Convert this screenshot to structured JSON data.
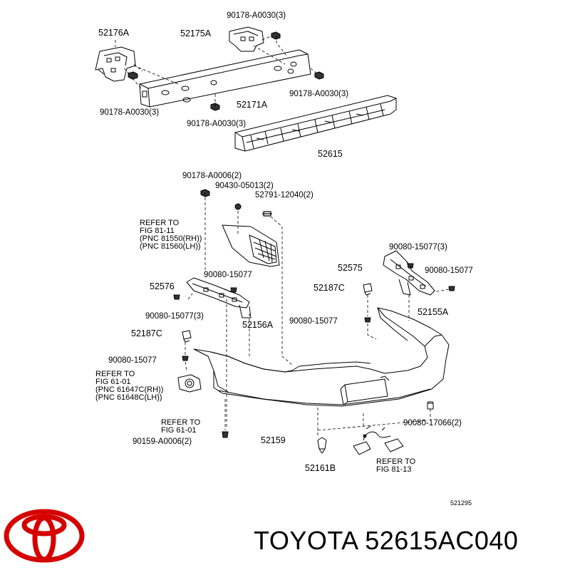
{
  "labels": {
    "p52176A": "52176A",
    "p52175A": "52175A",
    "p90178_top": "90178-A0030(3)",
    "p90178_right": "90178-A0030(3)",
    "p90178_left": "90178-A0030(3)",
    "p52171A": "52171A",
    "p90178_mid": "90178-A0030(3)",
    "p52615": "52615",
    "p90178_A0006": "90178-A0006(2)",
    "p90430": "90430-05013(2)",
    "p52791": "52791-12040(2)",
    "refer_lamp": [
      "REFER TO",
      "FIG 81-11",
      "(PNC 81550(RH))",
      "(PNC 81560(LH))"
    ],
    "p90080_right_top": "90080-15077(3)",
    "p52575": "52575",
    "p90080_right_mid": "90080-15077",
    "p52155A": "52155A",
    "p90080_left_top": "90080-15077",
    "p52576": "52576",
    "p52187C_right": "52187C",
    "p90080_left_3": "90080-15077(3)",
    "p52156A": "52156A",
    "p90080_center": "90080-15077",
    "p52187C_left": "52187C",
    "p90080_left_low": "90080-15077",
    "refer_fog": [
      "REFER TO",
      "FIG 61-01",
      "(PNC 61647C(RH))",
      "(PNC 61648C(LH))"
    ],
    "p90080_17066": "90080-17066(2)",
    "refer_6101": [
      "REFER TO",
      "FIG 61-01"
    ],
    "p90159": "90159-A0006(2)",
    "p52159": "52159",
    "p52161B": "52161B",
    "refer_8113": [
      "REFER TO",
      "FIG 81-13"
    ],
    "code": "521295"
  },
  "brand": {
    "name": "TOYOTA 52615AC040",
    "logo_color": "#d50000"
  }
}
